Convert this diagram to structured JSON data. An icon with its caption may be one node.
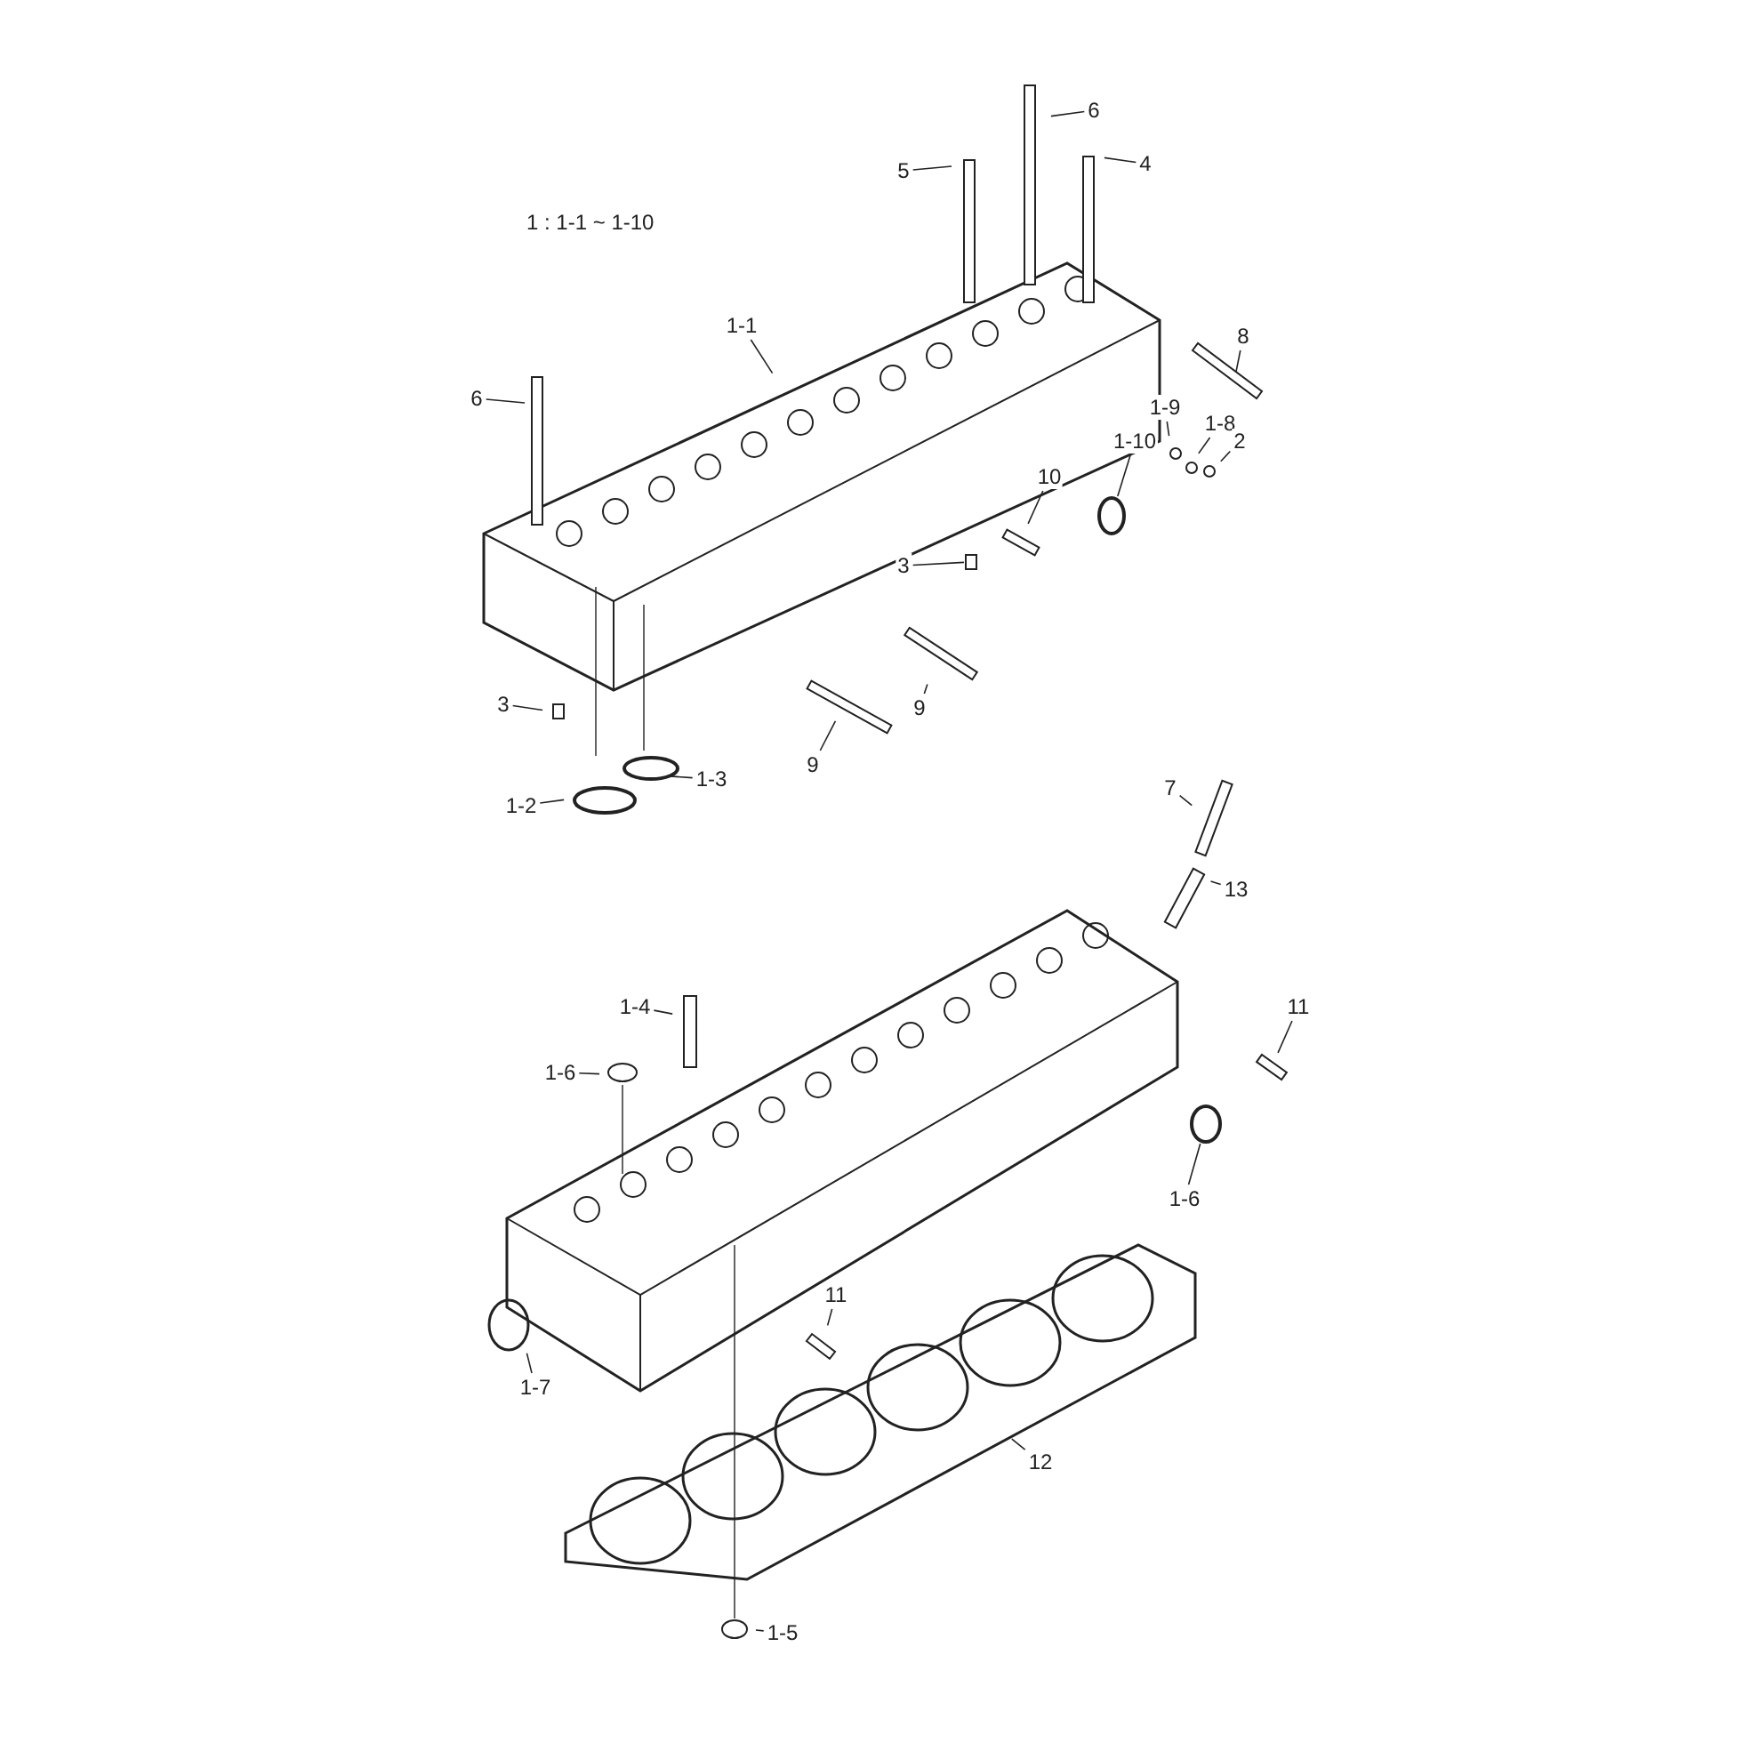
{
  "diagram": {
    "nodes": [
      {
        "text": [
          "6"
        ]
      },
      {
        "text": [
          "5"
        ]
      },
      {
        "text": [
          "4"
        ]
      },
      {
        "text": [
          "1-1"
        ]
      },
      {
        "text": [
          "8"
        ]
      },
      {
        "text": [
          "6"
        ]
      },
      {
        "text": [
          "1-9"
        ]
      },
      {
        "text": [
          "1-8"
        ]
      },
      {
        "text": [
          "2"
        ]
      },
      {
        "text": [
          "1-10"
        ]
      },
      {
        "text": [
          "10"
        ]
      },
      {
        "text": [
          "3"
        ]
      },
      {
        "text": [
          "3"
        ]
      },
      {
        "text": [
          "9"
        ]
      },
      {
        "text": [
          "9"
        ]
      },
      {
        "text": [
          "1-3"
        ]
      },
      {
        "text": [
          "1-2"
        ]
      },
      {
        "text": [
          "7"
        ]
      },
      {
        "text": [
          "13"
        ]
      },
      {
        "text": [
          "1-4"
        ]
      },
      {
        "text": [
          "11"
        ]
      },
      {
        "text": [
          "1-6"
        ]
      },
      {
        "text": [
          "1-6"
        ]
      },
      {
        "text": [
          "11"
        ]
      },
      {
        "text": [
          "1-7"
        ]
      },
      {
        "text": [
          "12"
        ]
      },
      {
        "text": [
          "1-5"
        ]
      },
      {
        "text": [],
        "shape": "circle"
      },
      {
        "text": [],
        "shape": "box"
      },
      {
        "text": [],
        "shape": "bar"
      },
      {
        "text": [],
        "shape": "circle"
      }
    ],
    "edges": [
      {
        "from": 0,
        "to": null,
        "arrow": "none"
      },
      {
        "from": 1,
        "to": null,
        "arrow": "none"
      },
      {
        "from": 2,
        "to": null,
        "arrow": "none"
      },
      {
        "from": 3,
        "to": null,
        "arrow": "none"
      },
      {
        "from": 4,
        "to": null,
        "arrow": "none"
      },
      {
        "from": 5,
        "to": null,
        "arrow": "none"
      },
      {
        "from": 6,
        "to": null,
        "arrow": "none"
      },
      {
        "from": 7,
        "to": null,
        "arrow": "none"
      },
      {
        "from": 8,
        "to": null,
        "arrow": "none"
      },
      {
        "from": 9,
        "to": 27,
        "arrow": "none"
      },
      {
        "from": 10,
        "to": null,
        "arrow": "none"
      },
      {
        "from": 11,
        "to": 28,
        "arrow": "none"
      },
      {
        "from": 12,
        "to": null,
        "arrow": "none"
      },
      {
        "from": 13,
        "to": null,
        "arrow": "none"
      },
      {
        "from": 14,
        "to": null,
        "arrow": "none"
      },
      {
        "from": 15,
        "to": null,
        "arrow": "none"
      },
      {
        "from": 16,
        "to": null,
        "arrow": "none"
      },
      {
        "from": 17,
        "to": null,
        "arrow": "none"
      },
      {
        "from": 18,
        "to": null,
        "arrow": "none"
      },
      {
        "from": 19,
        "to": null,
        "arrow": "none"
      },
      {
        "from": 20,
        "to": 29,
        "arrow": "none"
      },
      {
        "from": 21,
        "to": null,
        "arrow": "none"
      },
      {
        "from": 22,
        "to": 30,
        "arrow": "none"
      },
      {
        "from": 23,
        "to": null,
        "arrow": "none"
      },
      {
        "from": 24,
        "to": null,
        "arrow": "none"
      },
      {
        "from": 25,
        "to": null,
        "arrow": "none"
      },
      {
        "from": 26,
        "to": null,
        "arrow": "none"
      }
    ],
    "labels": [
      "1 : 1-1 ~ 1-10"
    ]
  }
}
